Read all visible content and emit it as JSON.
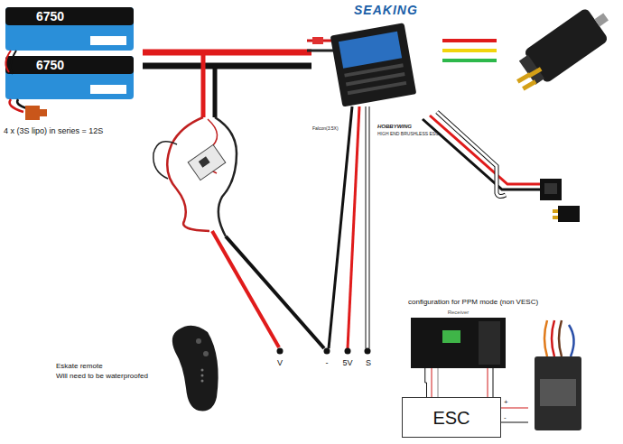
{
  "diagram": {
    "nodes": [
      {
        "text": [
          "Receiver"
        ]
      },
      {
        "text": [
          "ESC"
        ]
      }
    ],
    "edges": [
      {
        "from": 0,
        "to": 1,
        "arrow": "none"
      }
    ],
    "labels": [
      "SEAKING",
      "6750",
      "6750",
      "4 x (3S lipo) in series = 12S",
      "Falcon(3.5X)",
      "HOBBYWING",
      "HIGH END BRUSHLESS ESC",
      "V",
      "-",
      "5V",
      "S",
      "Eskate remote",
      "Will need to be waterproofed",
      "configuration for PPM mode (non VESC)",
      "+",
      "-"
    ]
  }
}
